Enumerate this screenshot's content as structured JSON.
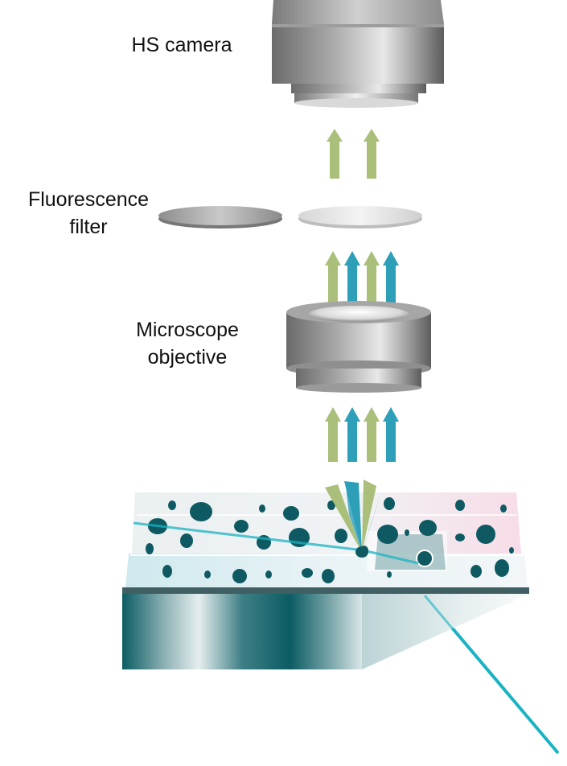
{
  "labels": {
    "camera": "HS camera",
    "filter_line1": "Fluorescence",
    "filter_line2": "filter",
    "objective_line1": "Microscope",
    "objective_line2": "objective"
  },
  "colors": {
    "excitation_arrow": "#2e9fb8",
    "emission_arrow": "#a9bf7a",
    "laser_beam": "#19b3c3",
    "particle": "#0f5a62",
    "prism_dark": "#0b5c63"
  }
}
